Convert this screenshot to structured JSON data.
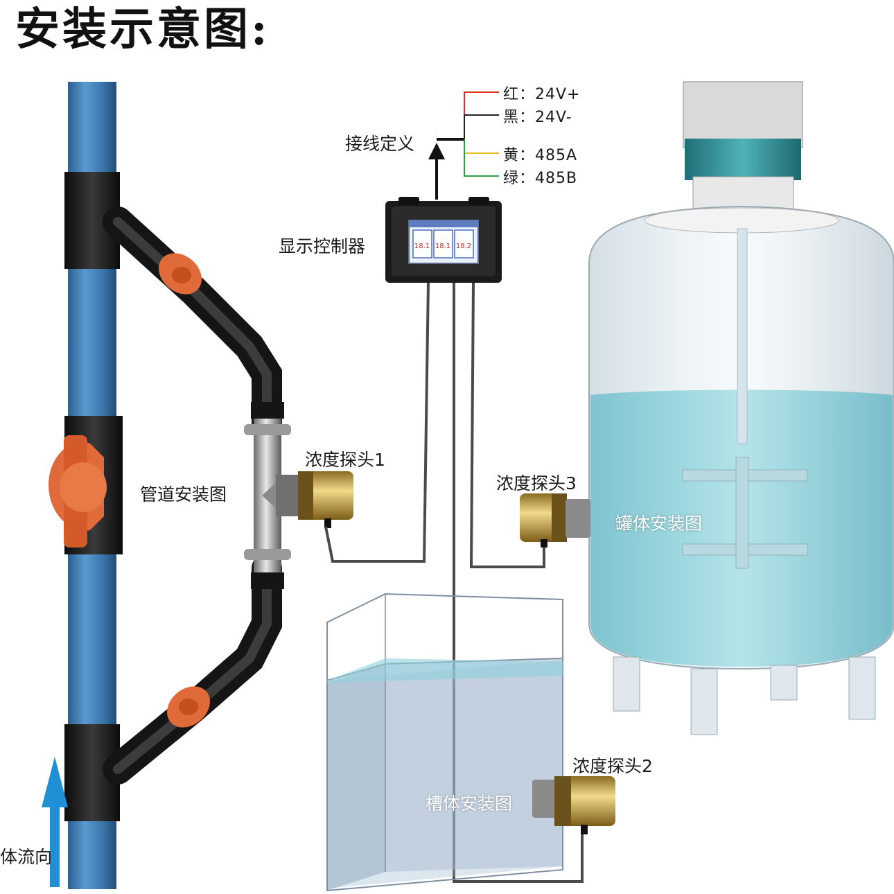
{
  "title": "安装示意图:",
  "labels": {
    "wiring_definition": "接线定义",
    "display_controller": "显示控制器",
    "probe_1": "浓度探头1",
    "probe_2": "浓度探头2",
    "probe_3": "浓度探头3",
    "pipe_install": "管道安装图",
    "tank_install": "罐体安装图",
    "trough_install": "槽体安装图",
    "flow_direction": "体流向"
  },
  "wiring": [
    {
      "label": "红：24V+",
      "color": "#d9302a"
    },
    {
      "label": "黑：24V-",
      "color": "#222222"
    },
    {
      "label": "黄：485A",
      "color": "#e0c020"
    },
    {
      "label": "绿：485B",
      "color": "#2aa040"
    }
  ],
  "controller_screen": {
    "readings": [
      "18.1",
      "18.1",
      "18.2"
    ]
  },
  "colors": {
    "pipe_blue": "#3f7fb5",
    "fitting_black": "#1a1a1a",
    "valve_orange": "#e06a3a",
    "probe_gold": "#c9a24a",
    "liquid": "#8fd3dc",
    "flow_arrow": "#1f8fd6"
  }
}
